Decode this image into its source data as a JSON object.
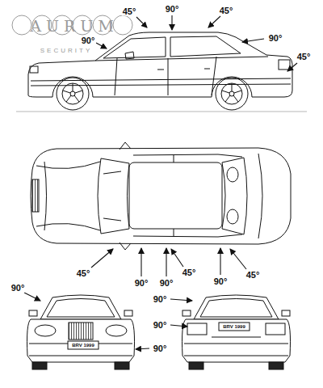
{
  "diagram": {
    "labels": [
      "45°",
      "90°",
      "45°",
      "AURUM",
      "90°",
      "90°",
      "SECURITY",
      "45°",
      "45°",
      "90°",
      "90°",
      "45°",
      "90°",
      "45°",
      "90°",
      "90°",
      "BRV 1999",
      "90°",
      "BRV 1999",
      "90°"
    ]
  }
}
